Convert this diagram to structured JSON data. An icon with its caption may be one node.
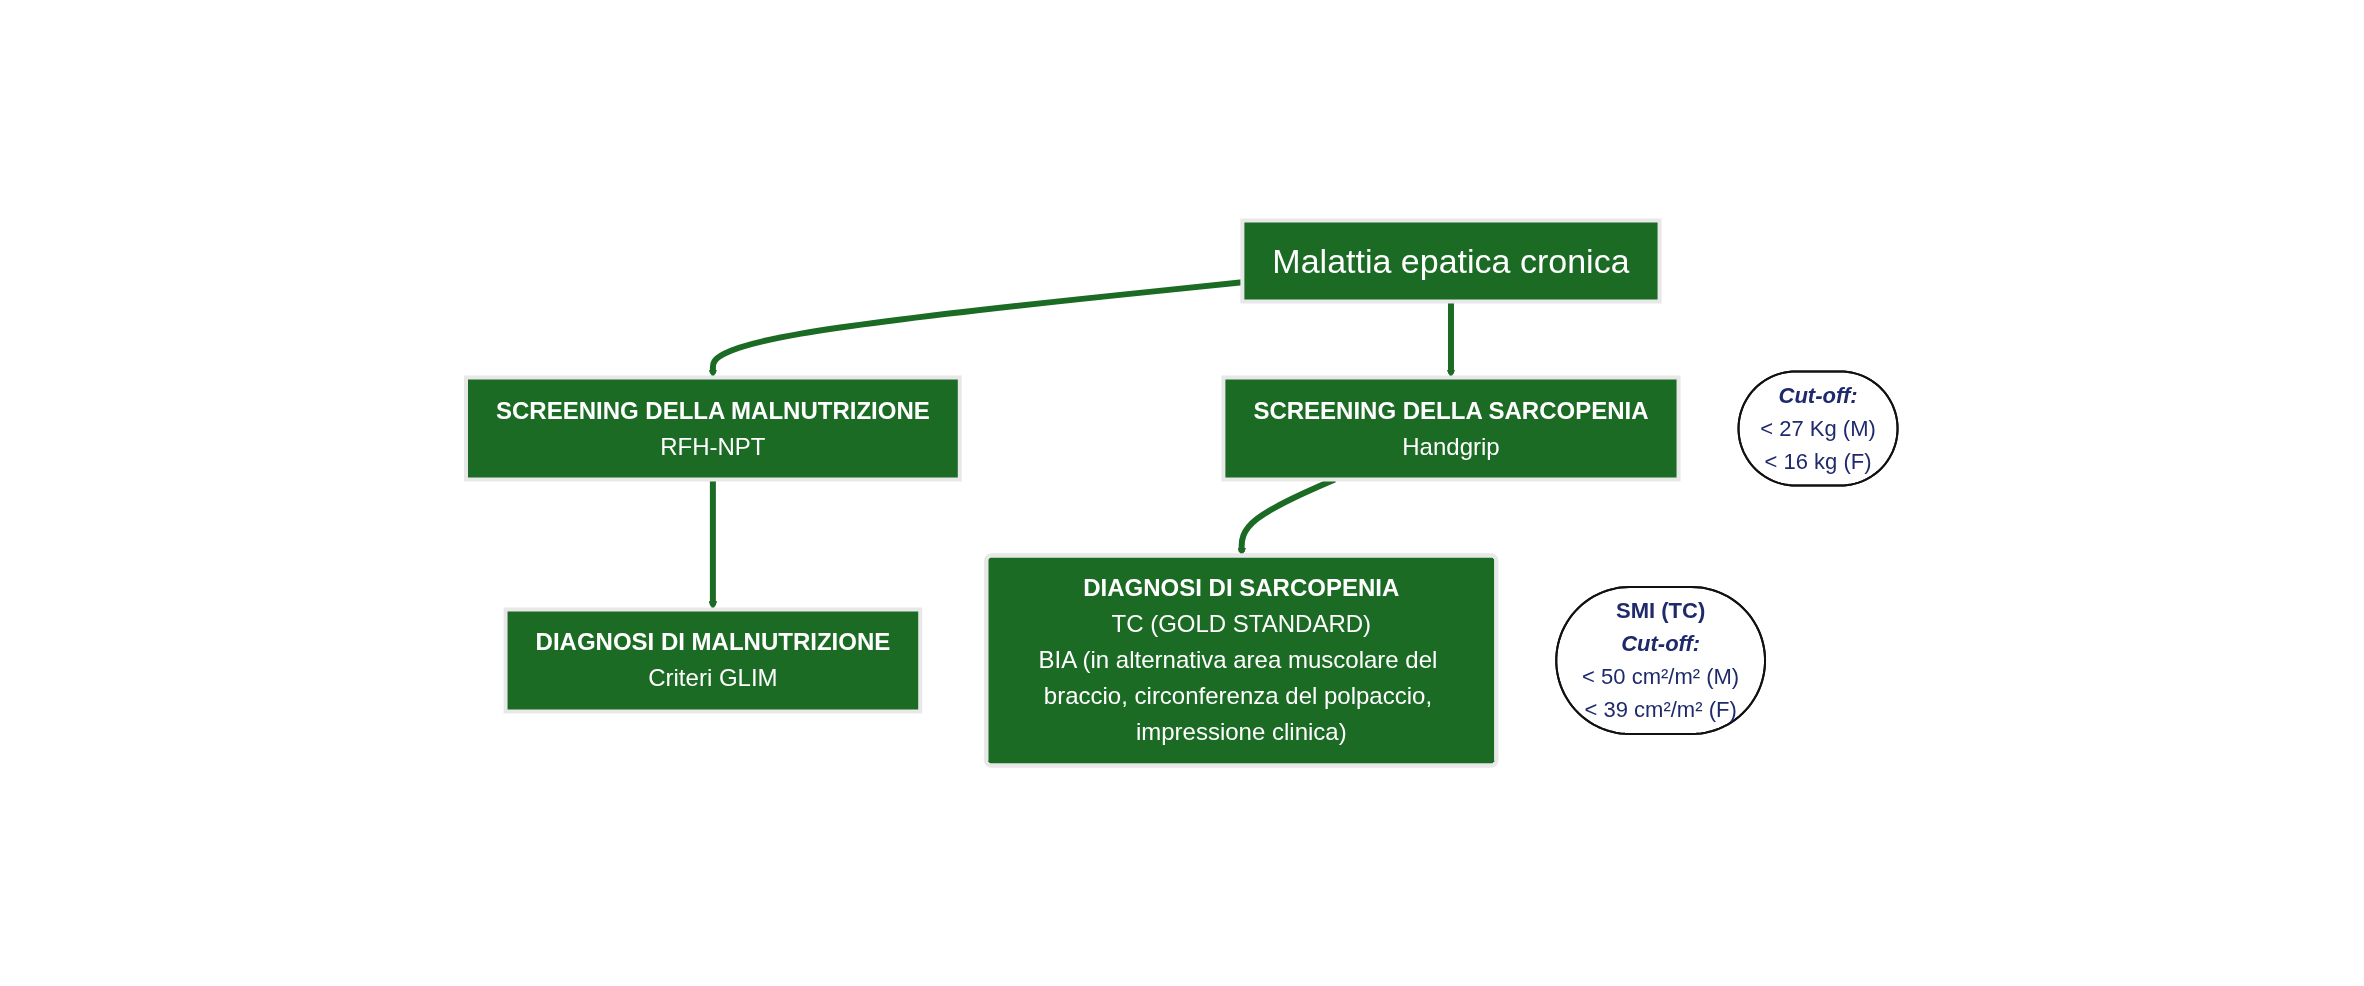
{
  "diagram": {
    "nodes": [
      {
        "text": [
          "Malattia epatica cronica"
        ]
      },
      {
        "text": [
          "SCREENING DELLA MALNUTRIZIONE",
          "RFH-NPT"
        ]
      },
      {
        "text": [
          "SCREENING DELLA SARCOPENIA",
          "Handgrip"
        ]
      },
      {
        "text": [
          "Cut-off:",
          "< 27 Kg (M)",
          "< 16 kg (F)"
        ]
      },
      {
        "text": [
          "DIAGNOSI DI MALNUTRIZIONE",
          "Criteri GLIM"
        ]
      },
      {
        "text": [
          "DIAGNOSI DI SARCOPENIA",
          "TC (GOLD STANDARD)",
          "BIA (in alternativa area muscolare del braccio, circonferenza del polpaccio, impressione clinica)"
        ]
      },
      {
        "text": [
          "SMI (TC)",
          "Cut-off:",
          "< 50 cm²/m² (M)",
          "< 39 cm²/m² (F)"
        ]
      }
    ],
    "edges": [
      {
        "from": 0,
        "to": 1,
        "arrow": "to"
      },
      {
        "from": 0,
        "to": 2,
        "arrow": "to"
      },
      {
        "from": 1,
        "to": 4,
        "arrow": "to"
      },
      {
        "from": 2,
        "to": 5,
        "arrow": "to"
      }
    ]
  }
}
